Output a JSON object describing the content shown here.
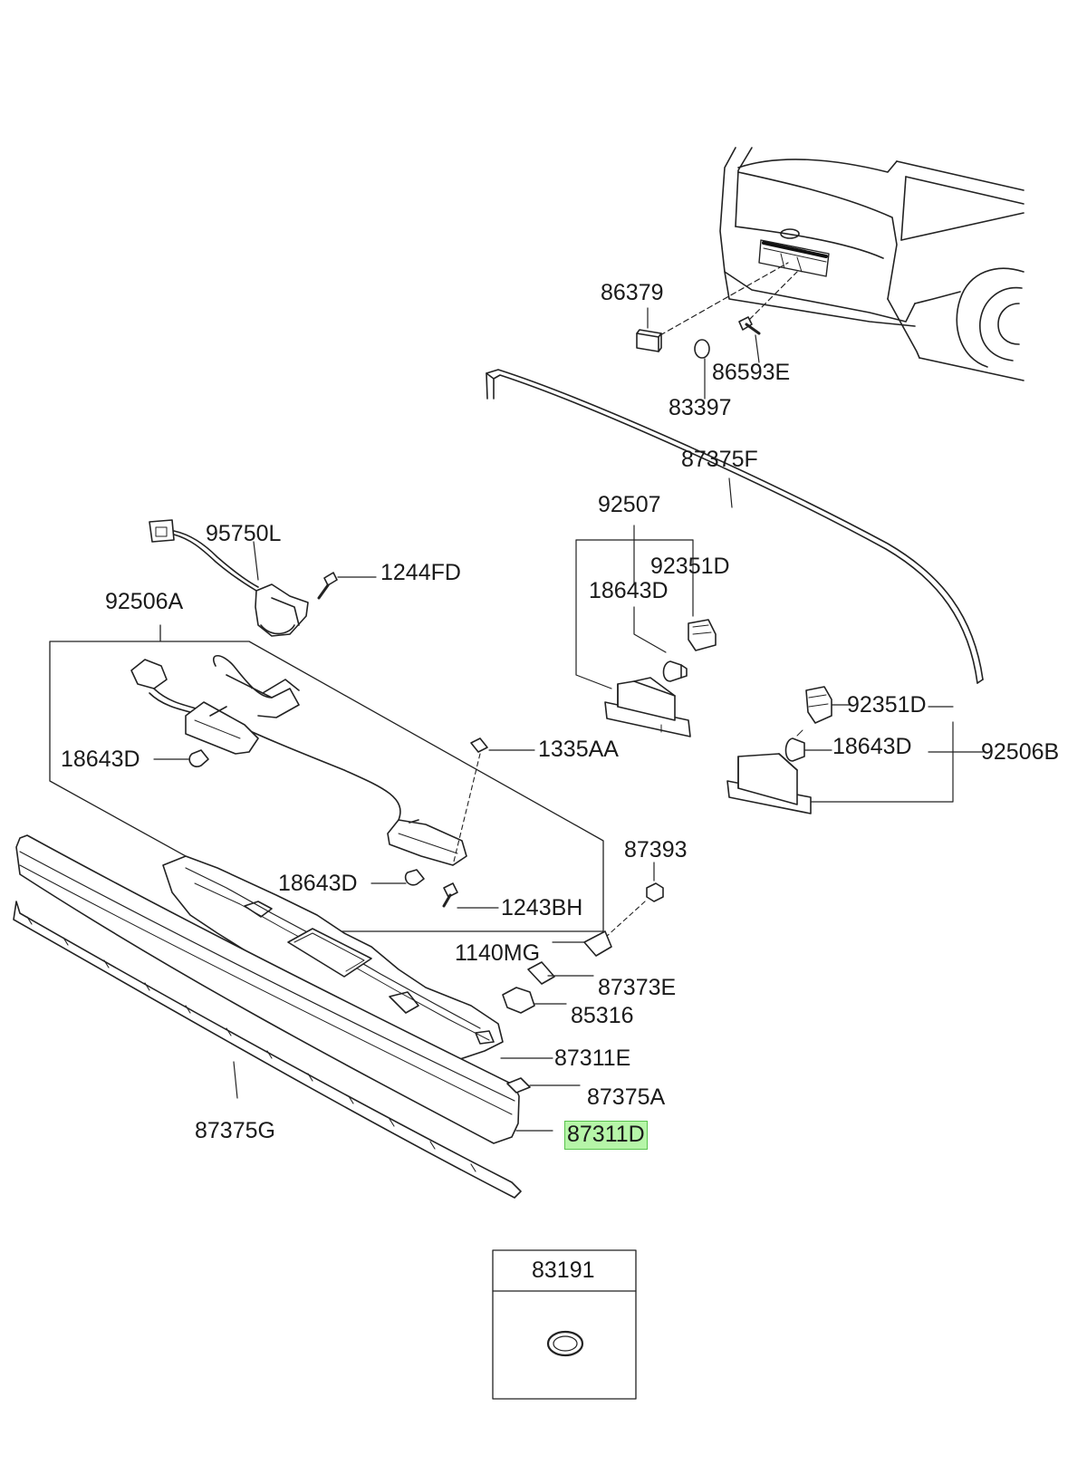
{
  "labels": {
    "p86379": "86379",
    "p86593E": "86593E",
    "p83397": "83397",
    "p87375F": "87375F",
    "p92507": "92507",
    "p92351D_top": "92351D",
    "p18643D_top": "18643D",
    "p95750L": "95750L",
    "p1244FD": "1244FD",
    "p92506A": "92506A",
    "p18643D_left": "18643D",
    "p1335AA": "1335AA",
    "p92351D_right": "92351D",
    "p18643D_right": "18643D",
    "p92506B": "92506B",
    "p18643D_mid": "18643D",
    "p1243BH": "1243BH",
    "p87393": "87393",
    "p1140MG": "1140MG",
    "p87373E": "87373E",
    "p85316": "85316",
    "p87311E": "87311E",
    "p87375A": "87375A",
    "p87375G": "87375G",
    "p87311D": "87311D",
    "p83191": "83191"
  },
  "highlight": {
    "part": "87311D",
    "color": "#b6f5a8",
    "border": "#59c34d"
  }
}
